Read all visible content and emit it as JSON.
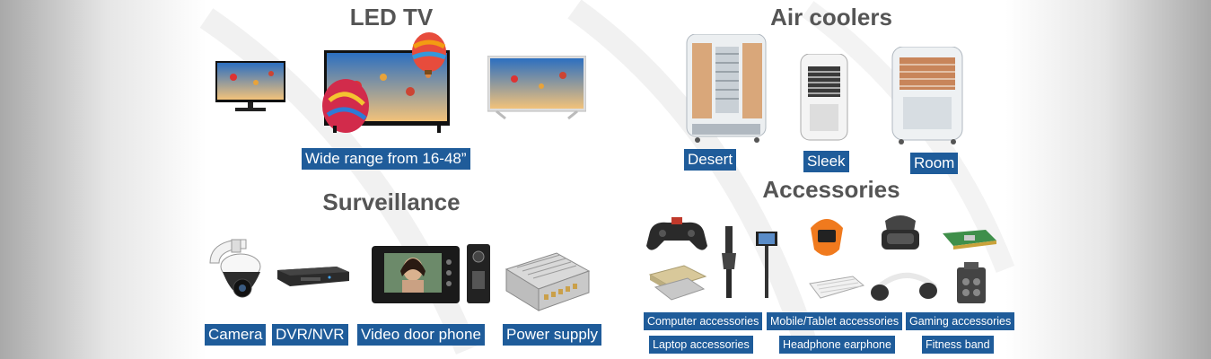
{
  "sections": {
    "led_tv": {
      "title": "LED TV",
      "label": "Wide range from 16-48”"
    },
    "air_coolers": {
      "title": "Air coolers",
      "labels": [
        "Desert",
        "Sleek",
        "Room"
      ]
    },
    "surveillance": {
      "title": "Surveillance",
      "labels": [
        "Camera",
        "DVR/NVR",
        "Video door phone",
        "Power supply"
      ]
    },
    "accessories": {
      "title": "Accessories",
      "labels": [
        "Computer accessories",
        "Mobile/Tablet accessories",
        "Gaming accessories",
        "Laptop accessories",
        "Headphone earphone",
        "Fitness band"
      ]
    }
  },
  "colors": {
    "label_bg": "#1f5c9a",
    "title_text": "#555555"
  }
}
